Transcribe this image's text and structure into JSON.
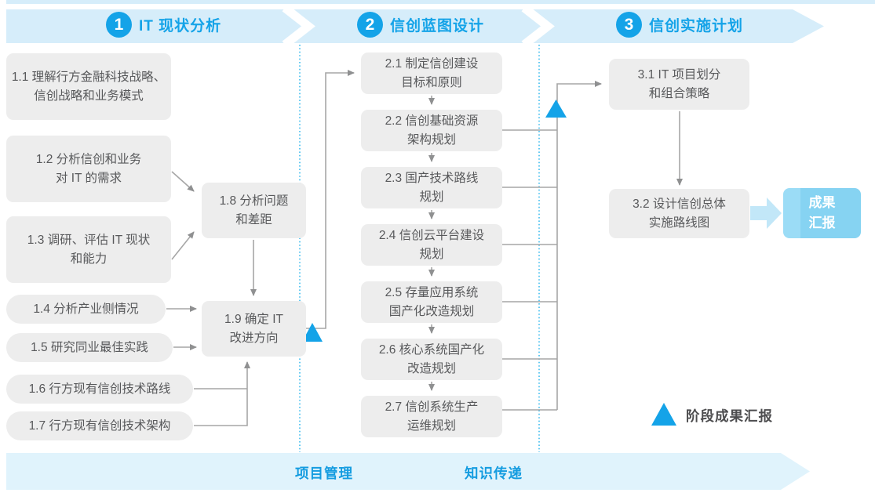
{
  "colors": {
    "header_band": "#D6EDFA",
    "bottom_band": "#E0F3FC",
    "accent_blue": "#14A3E8",
    "divider_dotted_blue": "#3DBCEE",
    "box_gray": "#EDEDED",
    "box_text": "#58595B",
    "connector_gray": "#A6A6A6",
    "report_box_bg": "#86D3F2",
    "thick_arrow_blue": "#C2E7F8"
  },
  "phases": [
    {
      "number": "1",
      "title": "IT 现状分析"
    },
    {
      "number": "2",
      "title": "信创蓝图设计"
    },
    {
      "number": "3",
      "title": "信创实施计划"
    }
  ],
  "phase1_boxes": {
    "b11": "1.1 理解行方金融科技战略、\n信创战略和业务模式",
    "b12": "1.2 分析信创和业务\n对 IT 的需求",
    "b13": "1.3 调研、评估 IT 现状\n和能力",
    "b14": "1.4 分析产业侧情况",
    "b15": "1.5 研究同业最佳实践",
    "b16": "1.6 行方现有信创技术路线",
    "b17": "1.7 行方现有信创技术架构",
    "b18": "1.8 分析问题\n和差距",
    "b19": "1.9 确定 IT\n改进方向"
  },
  "phase2_boxes": {
    "b21": "2.1 制定信创建设\n目标和原则",
    "b22": "2.2 信创基础资源\n架构规划",
    "b23": "2.3 国产技术路线\n规划",
    "b24": "2.4 信创云平台建设\n规划",
    "b25": "2.5 存量应用系统\n国产化改造规划",
    "b26": "2.6 核心系统国产化\n改造规划",
    "b27": "2.7 信创系统生产\n运维规划"
  },
  "phase3_boxes": {
    "b31": "3.1 IT 项目划分\n和组合策略",
    "b32": "3.2 设计信创总体\n实施路线图"
  },
  "report_box_label": "成果\n汇报",
  "legend": {
    "label": "阶段成果汇报"
  },
  "bottom_bar": {
    "left_label": "项目管理",
    "right_label": "知识传递"
  }
}
